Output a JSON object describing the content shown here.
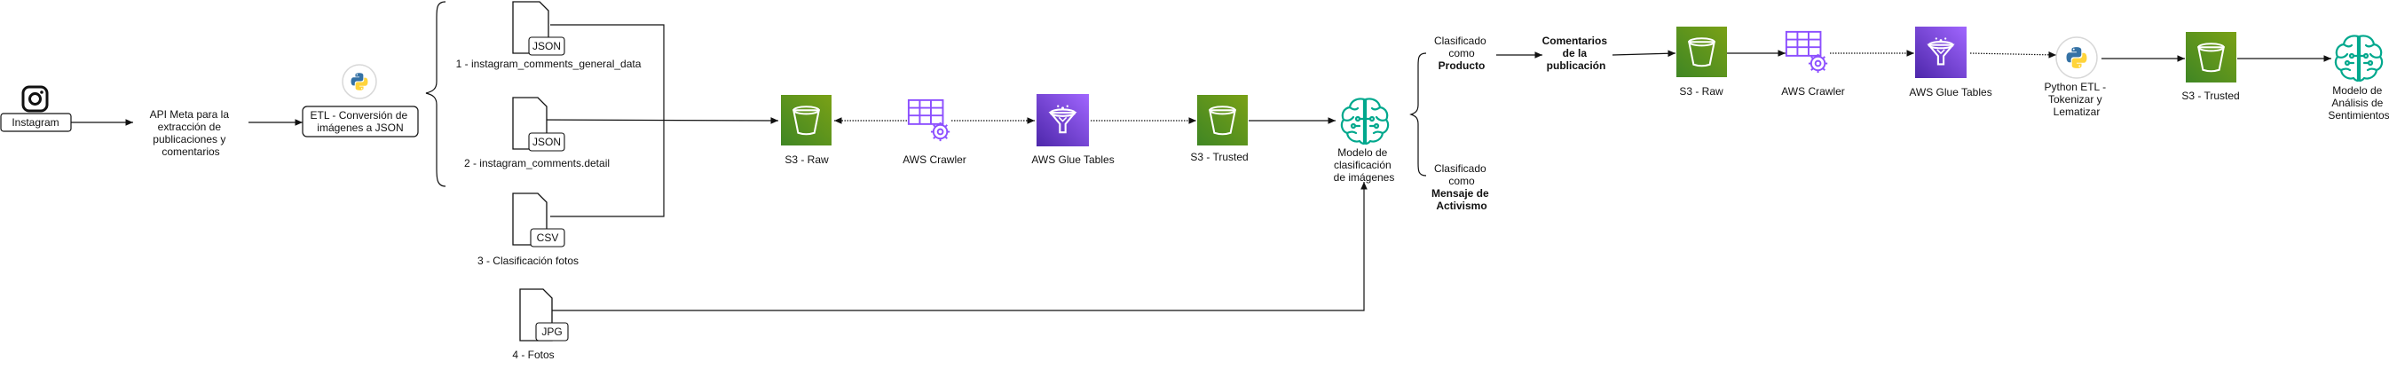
{
  "nodes": {
    "instagram_label": "Instagram",
    "api_meta": [
      "API Meta para la",
      "extracción de",
      "publicaciones y",
      "comentarios"
    ],
    "etl_box": [
      "ETL - Conversión de",
      "imágenes a JSON"
    ],
    "doc1_tag": "JSON",
    "doc1_label": "1 - instagram_comments_general_data",
    "doc2_tag": "JSON",
    "doc2_label": "2 - instagram_comments.detail",
    "doc3_tag": "CSV",
    "doc3_label": "3 - Clasificación fotos",
    "doc4_tag": "JPG",
    "doc4_label": "4 - Fotos",
    "s3_raw_1": "S3 - Raw",
    "crawler_1": "AWS Crawler",
    "glue_1": "AWS Glue Tables",
    "s3_trusted_1": "S3 - Trusted",
    "image_model": [
      "Modelo de",
      "clasificación",
      "de imágenes"
    ],
    "class_producto": [
      "Clasificado",
      "como"
    ],
    "class_producto_bold": "Producto",
    "class_activismo": [
      "Clasificado",
      "como"
    ],
    "class_activismo_bold": [
      "Mensaje de",
      "Activismo"
    ],
    "comentarios": [
      "Comentarios",
      "de la",
      "publicación"
    ],
    "s3_raw_2": "S3 - Raw",
    "crawler_2": "AWS Crawler",
    "glue_2": "AWS Glue Tables",
    "python_etl": [
      "Python ETL -",
      "Tokenizar y",
      "Lematizar"
    ],
    "s3_trusted_2": "S3 - Trusted",
    "sentiment_model": [
      "Modelo de",
      "Análisis de",
      "Sentimientos"
    ]
  },
  "icons": {
    "instagram": "instagram-icon",
    "python": "python-icon",
    "s3": "s3-bucket-icon",
    "crawler": "aws-crawler-icon",
    "glue": "aws-glue-icon",
    "model": "brain-icon"
  },
  "colors": {
    "s3_light": "#7AA116",
    "s3_dark": "#3F8624",
    "glue_light": "#A166FF",
    "glue_dark": "#4D27AA",
    "crawler": "#8C4FFF",
    "model": "#01A88D",
    "python_blue": "#3572A5",
    "python_yellow": "#FFD43B"
  }
}
